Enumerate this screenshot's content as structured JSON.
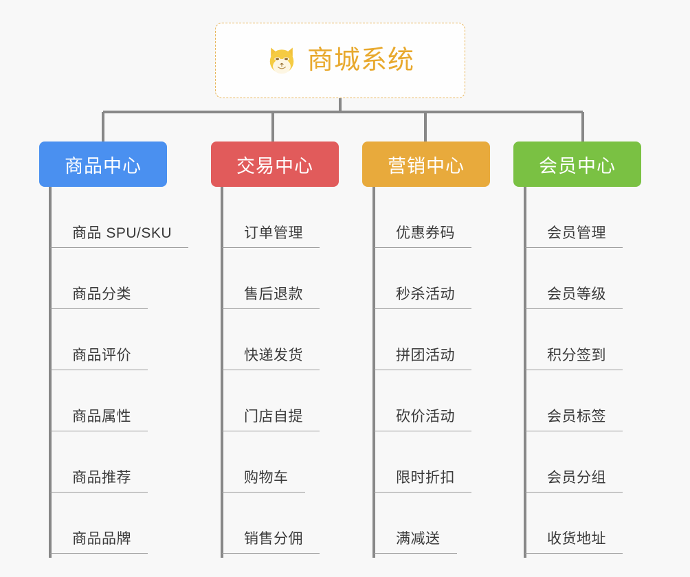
{
  "page": {
    "background_color": "#f8f8f8",
    "title": "商城系统",
    "diagram_type": "tree"
  },
  "root": {
    "icon": "shiba-dog-face-icon",
    "label": "商城系统",
    "text_color": "#e8a92e",
    "border_color": "#e8b55a",
    "background_color": "#fefefe"
  },
  "connector": {
    "color": "#888888"
  },
  "categories": [
    {
      "label": "商品中心",
      "color": "#4a90f0",
      "items": [
        {
          "label": "商品 SPU/SKU"
        },
        {
          "label": "商品分类"
        },
        {
          "label": "商品评价"
        },
        {
          "label": "商品属性"
        },
        {
          "label": "商品推荐"
        },
        {
          "label": "商品品牌"
        }
      ]
    },
    {
      "label": "交易中心",
      "color": "#e15b5b",
      "items": [
        {
          "label": "订单管理"
        },
        {
          "label": "售后退款"
        },
        {
          "label": "快递发货"
        },
        {
          "label": "门店自提"
        },
        {
          "label": "购物车"
        },
        {
          "label": "销售分佣"
        }
      ]
    },
    {
      "label": "营销中心",
      "color": "#e8aa3c",
      "items": [
        {
          "label": "优惠券码"
        },
        {
          "label": "秒杀活动"
        },
        {
          "label": "拼团活动"
        },
        {
          "label": "砍价活动"
        },
        {
          "label": "限时折扣"
        },
        {
          "label": "满减送"
        }
      ]
    },
    {
      "label": "会员中心",
      "color": "#7bc košt"
    }
  ]
}
